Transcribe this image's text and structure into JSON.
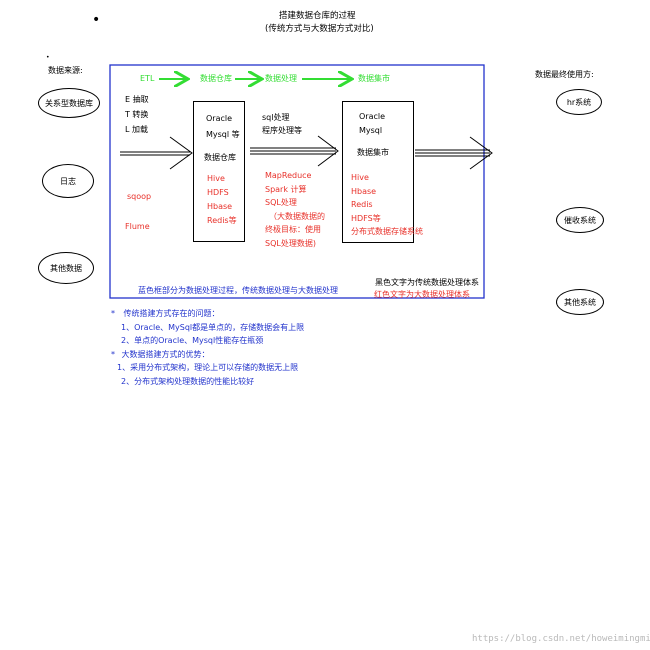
{
  "title": {
    "main": "搭建数据仓库的过程",
    "sub": "(传统方式与大数据方式对比)"
  },
  "sources": {
    "label": "数据来源:",
    "items": [
      "关系型数据库",
      "日志",
      "其他数据"
    ]
  },
  "etl": {
    "label": "ETL",
    "steps": [
      "E 抽取",
      "T 转换",
      "L 加载"
    ],
    "big_data_tools": [
      "sqoop",
      "Flume"
    ]
  },
  "flow": {
    "stages": [
      "数据仓库",
      "数据处理",
      "数据集市"
    ]
  },
  "warehouse_box": {
    "traditional": [
      "Oracle",
      "Mysql 等",
      "数据仓库"
    ],
    "big_data": [
      "Hive",
      "HDFS",
      "Hbase",
      "Redis等"
    ]
  },
  "processing": {
    "traditional": [
      "sql处理",
      "程序处理等"
    ],
    "big_data": [
      "MapReduce",
      "Spark 计算",
      "SQL处理",
      "（大数据数据的",
      "终极目标：使用",
      "SQL处理数据)"
    ]
  },
  "mart_box": {
    "traditional": [
      "Oracle",
      "Mysql",
      "数据集市"
    ],
    "big_data": [
      "Hive",
      "Hbase",
      "Redis",
      "HDFS等",
      "分布式数据存储系统"
    ]
  },
  "legend": {
    "black": "黑色文字为传统数据处理体系",
    "red": "红色文字为大数据处理体系",
    "blue_caption": "蓝色框部分为数据处理过程，传统数据处理与大数据处理"
  },
  "consumers": {
    "label": "数据最终使用方:",
    "items": [
      "hr系统",
      "催收系统",
      "其他系统"
    ]
  },
  "notes": {
    "bullet": "*",
    "problems_title": "传统搭建方式存在的问题：",
    "problems": [
      "1、Oracle、MySql都是单点的，存储数据会有上限",
      "2、单点的Oracle、Mysql性能存在瓶颈"
    ],
    "advantages_title": "大数据搭建方式的优势：",
    "advantages": [
      "1、采用分布式架构，理论上可以存储的数据无上限",
      "2、分布式架构处理数据的性能比较好"
    ]
  },
  "watermark": "https://blog.csdn.net/howeimingming",
  "colors": {
    "blue": "#2233cc",
    "red": "#e8312a",
    "green": "#33dd33",
    "black": "#000000"
  }
}
